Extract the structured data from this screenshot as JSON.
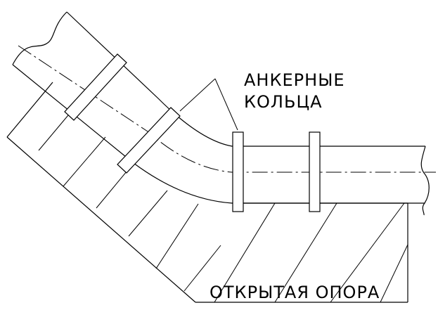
{
  "labels": {
    "anchor_rings_line1": "АНКЕРНЫЕ",
    "anchor_rings_line2": "КОЛЬЦА",
    "open_support": "ОТКРЫТАЯ ОПОРА"
  }
}
